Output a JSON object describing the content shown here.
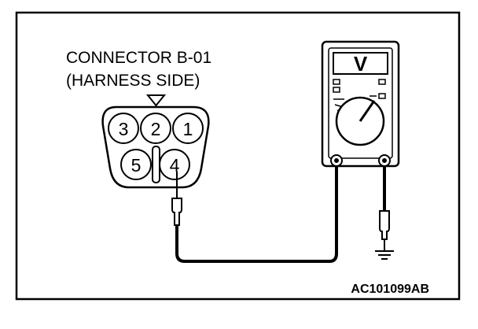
{
  "connector": {
    "line1": "CONNECTOR B-01",
    "line2": "(HARNESS SIDE)",
    "pins": [
      "3",
      "2",
      "1",
      "5",
      "4"
    ]
  },
  "meter": {
    "display": "V"
  },
  "figure_code": "AC101099AB"
}
